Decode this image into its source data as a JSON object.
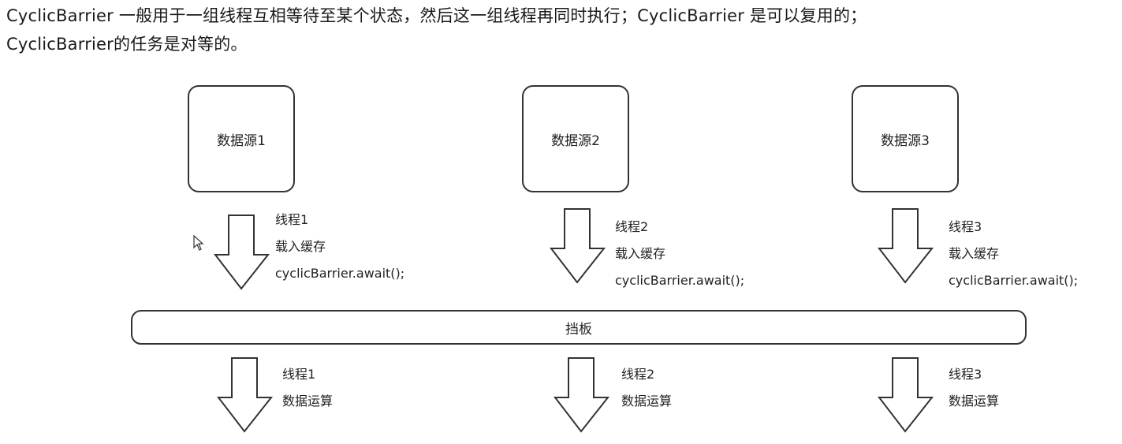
{
  "intro": {
    "line1": "CyclicBarrier 一般用于一组线程互相等待至某个状态，然后这一组线程再同时执行；CyclicBarrier 是可以复用的；",
    "line2": "CyclicBarrier的任务是对等的。"
  },
  "sources": [
    {
      "label": "数据源1"
    },
    {
      "label": "数据源2"
    },
    {
      "label": "数据源3"
    }
  ],
  "upper_steps": [
    {
      "thread": "线程1",
      "action": "载入缓存",
      "call": "cyclicBarrier.await();"
    },
    {
      "thread": "线程2",
      "action": "载入缓存",
      "call": "cyclicBarrier.await();"
    },
    {
      "thread": "线程3",
      "action": "载入缓存",
      "call": "cyclicBarrier.await();"
    }
  ],
  "barrier": {
    "label": "挡板"
  },
  "lower_steps": [
    {
      "thread": "线程1",
      "action": "数据运算"
    },
    {
      "thread": "线程2",
      "action": "数据运算"
    },
    {
      "thread": "线程3",
      "action": "数据运算"
    }
  ]
}
